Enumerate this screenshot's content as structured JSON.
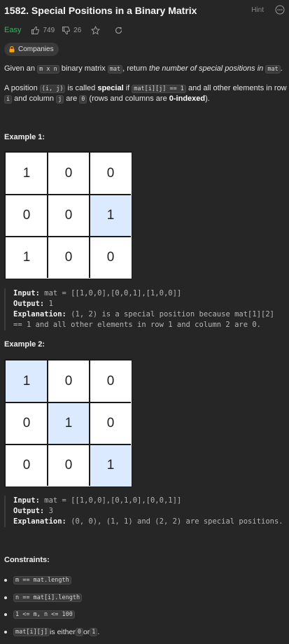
{
  "header": {
    "title": "1582. Special Positions in a Binary Matrix",
    "hint_label": "Hint"
  },
  "meta": {
    "difficulty": "Easy",
    "difficulty_color": "#2cbb5d",
    "likes": "749",
    "dislikes": "26",
    "icons": [
      "thumbs-up-icon",
      "thumbs-down-icon",
      "star-icon",
      "share-icon"
    ]
  },
  "companies": {
    "label": "Companies",
    "icon": "lock-icon"
  },
  "description": {
    "p1_a": "Given an ",
    "p1_code1": "m x n",
    "p1_b": " binary matrix ",
    "p1_code2": "mat",
    "p1_c": ", return ",
    "p1_em": "the number of special positions in",
    "p1_code3": "mat",
    "p1_d": ".",
    "p2_a": "A position ",
    "p2_code1": "(i, j)",
    "p2_b": " is called ",
    "p2_strong": "special",
    "p2_c": " if ",
    "p2_code2": "mat[i][j] == 1",
    "p2_d": " and all other elements in row",
    "p3_code1": "i",
    "p3_a": " and column ",
    "p3_code2": "j",
    "p3_b": " are ",
    "p3_code3": "0",
    "p3_c": " (rows and columns are ",
    "p3_strong": "0-indexed",
    "p3_d": ")."
  },
  "examples": [
    {
      "title": "Example 1:",
      "matrix": [
        [
          1,
          0,
          0
        ],
        [
          0,
          0,
          1
        ],
        [
          1,
          0,
          0
        ]
      ],
      "special": [
        [
          1,
          2
        ]
      ],
      "input_label": "Input:",
      "input_value": "mat = [[1,0,0],[0,0,1],[1,0,0]]",
      "output_label": "Output:",
      "output_value": "1",
      "explanation_label": "Explanation:",
      "explanation_line1": "(1, 2) is a special position because mat[1][2]",
      "explanation_line2": "== 1 and all other elements in row 1 and column 2 are 0."
    },
    {
      "title": "Example 2:",
      "matrix": [
        [
          1,
          0,
          0
        ],
        [
          0,
          1,
          0
        ],
        [
          0,
          0,
          1
        ]
      ],
      "special": [
        [
          0,
          0
        ],
        [
          1,
          1
        ],
        [
          2,
          2
        ]
      ],
      "input_label": "Input:",
      "input_value": "mat = [[1,0,0],[0,1,0],[0,0,1]]",
      "output_label": "Output:",
      "output_value": "3",
      "explanation_label": "Explanation:",
      "explanation_line1": "(0, 0), (1, 1) and (2, 2) are special positions."
    }
  ],
  "constraints": {
    "title": "Constraints:",
    "c1": "m == mat.length",
    "c2": "n == mat[i].length",
    "c3": "1 <= m, n <= 100",
    "c4_code1": "mat[i][j]",
    "c4_text1": " is either ",
    "c4_code2": "0",
    "c4_text2": " or ",
    "c4_code3": "1",
    "c4_text3": "."
  },
  "colors": {
    "background": "#262626",
    "highlight_cell": "#dbeaff",
    "easy_green": "#2cbb5d"
  }
}
